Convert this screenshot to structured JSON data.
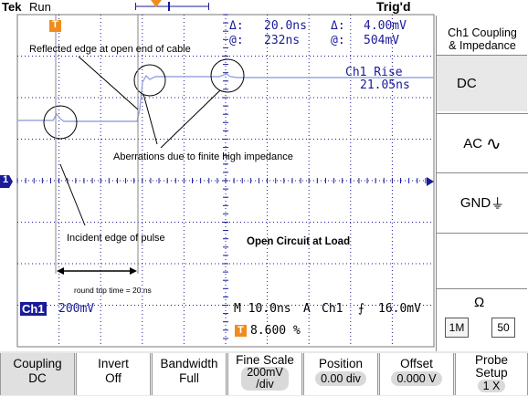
{
  "header": {
    "brand": "Tek",
    "run_state": "Run",
    "trigger_state": "Trig'd"
  },
  "cursor_readout": {
    "delta_time": "20.0ns",
    "at_time": "232ns",
    "delta_volt": "4.00mV",
    "at_volt": "504mV",
    "delta_symbol": "Δ:",
    "at_symbol": "@:"
  },
  "rise_readout": {
    "label": "Ch1 Rise",
    "value": "21.05ns"
  },
  "annotations": {
    "reflected": "Reflected edge at open end of cable",
    "aberrations": "Aberrations due to finite high impedance",
    "incident": "Incident edge of pulse",
    "round_trip": "round trip time = 20 ns",
    "open_circuit": "Open Circuit at Load"
  },
  "status": {
    "channel": "Ch1",
    "volts_div": "200mV",
    "timebase": "M 10.0ns",
    "trigger_mode": "A",
    "trigger_source": "Ch1",
    "trigger_level": "16.0mV",
    "trigger_position": "8.600 %",
    "ground_marker": "1"
  },
  "side_panel": {
    "title_line1": "Ch1 Coupling",
    "title_line2": "& Impedance",
    "buttons": [
      "DC",
      "AC",
      "GND"
    ],
    "selected": "DC",
    "impedance_symbol": "Ω",
    "impedance_options": [
      "1M",
      "50"
    ],
    "impedance_selected": "1M"
  },
  "bottom_menu": [
    {
      "label": "Coupling",
      "value": "DC",
      "pill": false
    },
    {
      "label": "Invert",
      "value": "Off",
      "pill": false
    },
    {
      "label": "Bandwidth",
      "value": "Full",
      "pill": false
    },
    {
      "label": "Fine Scale",
      "value": "200mV\n/div",
      "pill": true
    },
    {
      "label": "Position",
      "value": "0.00 div",
      "pill": true
    },
    {
      "label": "Offset",
      "value": "0.000 V",
      "pill": true
    },
    {
      "label": "Probe\nSetup",
      "value": "1 X",
      "pill": true
    }
  ],
  "colors": {
    "trace": "#9aa6e0",
    "graticule": "#1a1a9a",
    "text_blue": "#1a1a9a",
    "marker_orange": "#f08c1e"
  }
}
